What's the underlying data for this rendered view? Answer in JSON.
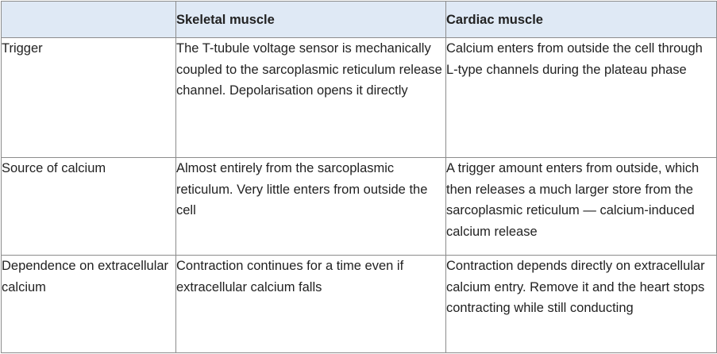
{
  "table": {
    "headers": [
      "",
      "Skeletal muscle",
      "Cardiac muscle"
    ],
    "rows": [
      {
        "label": "Trigger",
        "skeletal": "The T-tubule voltage sensor is mechanically coupled to the sarcoplasmic reticulum release channel. Depolarisation opens it directly",
        "cardiac": "Calcium enters from outside the cell through L-type channels during the plateau phase"
      },
      {
        "label": "Source of calcium",
        "skeletal": "Almost entirely from the sarcoplasmic reticulum. Very little enters from outside the cell",
        "cardiac": "A trigger amount enters from outside, which then releases a much larger store from the sarcoplasmic reticulum — calcium-induced calcium release"
      },
      {
        "label": "Dependence on extracellular calcium",
        "skeletal": "Contraction continues for a time even if extracellular calcium falls",
        "cardiac": "Contraction depends directly on extracellular calcium entry. Remove it and the heart stops contracting while still conducting"
      }
    ]
  },
  "colors": {
    "header_bg": "#dfe9f5",
    "border": "#8c8c8c",
    "text": "#222222"
  }
}
